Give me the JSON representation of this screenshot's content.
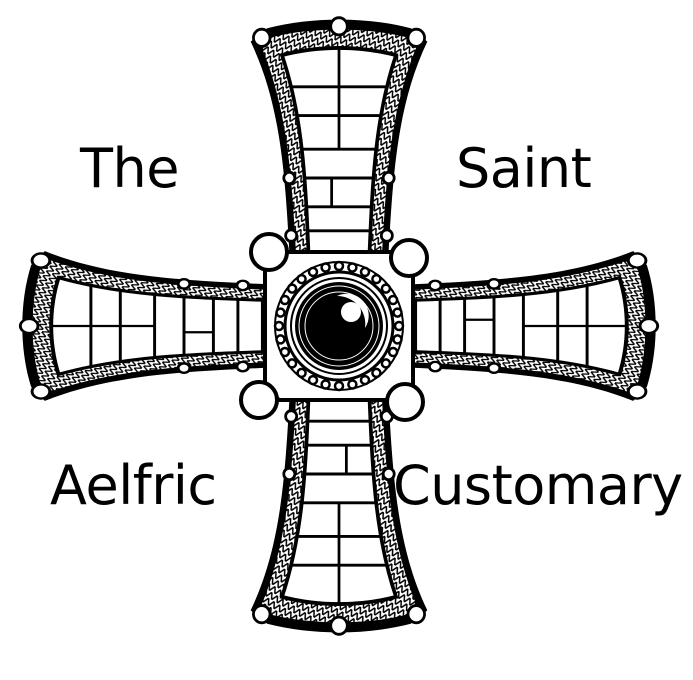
{
  "logo": {
    "title_words": {
      "top_left": "The",
      "top_right": "Saint",
      "bottom_left": "Aelfric",
      "bottom_right": "Customary"
    },
    "emblem": "cross-pattee-icon",
    "colors": {
      "ink": "#000000",
      "paper": "#ffffff"
    }
  }
}
